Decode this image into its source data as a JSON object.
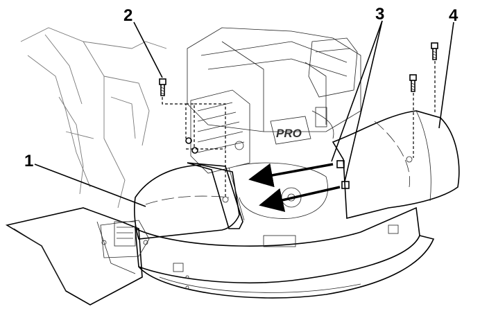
{
  "callouts": [
    {
      "id": "1",
      "label": "1"
    },
    {
      "id": "2",
      "label": "2"
    },
    {
      "id": "3",
      "label": "3"
    },
    {
      "id": "4",
      "label": "4"
    }
  ],
  "engine_badge": "PRO",
  "colors": {
    "outline": "#000000",
    "shield_fill": "#eeeeee",
    "deck_fill": "#f4f4f4",
    "background": "#ffffff"
  }
}
